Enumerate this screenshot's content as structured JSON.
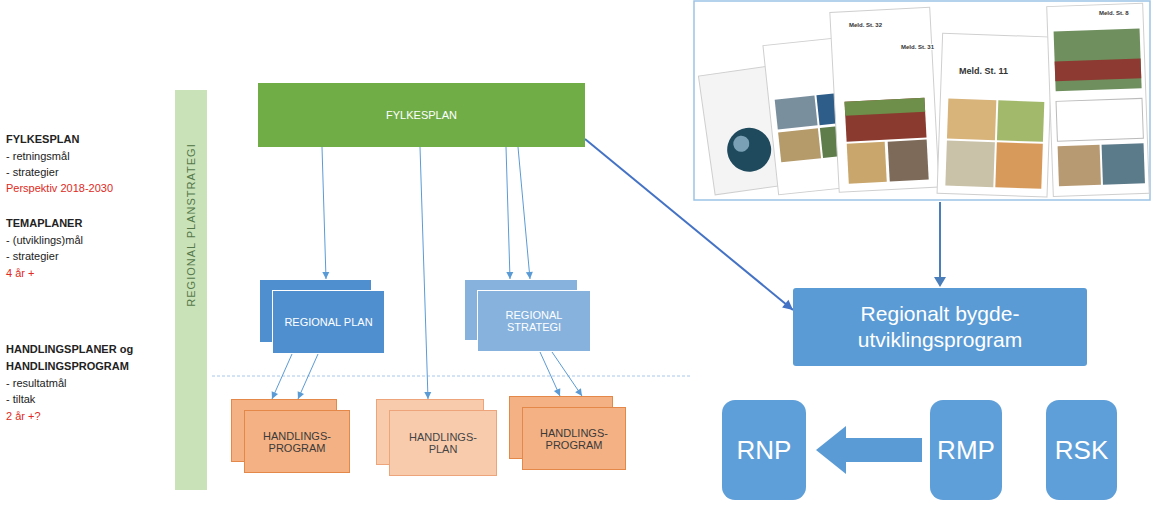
{
  "diagram": {
    "nodes": [
      {
        "text": [
          "REGIONAL PLANSTRATEGI"
        ]
      },
      {
        "text": [
          "FYLKESPLAN"
        ]
      },
      {
        "text": [
          "REGIONAL PLAN"
        ]
      },
      {
        "text": [
          "REGIONAL STRATEGI"
        ]
      },
      {
        "text": [
          "HANDLINGS- PROGRAM"
        ]
      },
      {
        "text": [
          "HANDLINGS- PLAN"
        ]
      },
      {
        "text": [
          "HANDLINGS- PROGRAM"
        ]
      },
      {
        "text": [
          "Regionalt bygde- utviklingsprogram"
        ]
      },
      {
        "text": [
          "RNP"
        ]
      },
      {
        "text": [
          "RMP"
        ]
      },
      {
        "text": [
          "RSK"
        ]
      }
    ],
    "edges": [
      {
        "from": 1,
        "to": 2,
        "arrow": "to"
      },
      {
        "from": 1,
        "to": 5,
        "arrow": "to"
      },
      {
        "from": 1,
        "to": 3,
        "arrow": "to"
      },
      {
        "from": 1,
        "to": 3,
        "arrow": "to"
      },
      {
        "from": 1,
        "to": 7,
        "arrow": "to"
      },
      {
        "from": 2,
        "to": 4,
        "arrow": "to"
      },
      {
        "from": 2,
        "to": 4,
        "arrow": "to"
      },
      {
        "from": 3,
        "to": 6,
        "arrow": "to"
      },
      {
        "from": 3,
        "to": 6,
        "arrow": "to"
      },
      {
        "from": 9,
        "to": 8,
        "arrow": "to"
      }
    ],
    "labels": [
      "FYLKESPLAN",
      "- retningsmål",
      "- strategier",
      "Perspektiv 2018-2030",
      "TEMAPLANER",
      "- (utviklings)mål",
      "- strategier",
      "4 år +",
      "HANDLINGSPLANER og",
      "HANDLINGSPROGRAM",
      "- resultatmål",
      "- tiltak",
      "2 år +?",
      "Meld. St. 32",
      "Meld. St. 31",
      "Meld. St. 11",
      "Meld. St. 8"
    ]
  }
}
